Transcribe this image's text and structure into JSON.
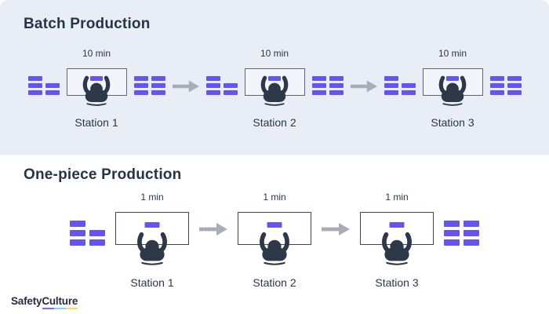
{
  "sections": {
    "batch": {
      "title": "Batch Production",
      "stations": [
        {
          "time": "10 min",
          "label": "Station 1"
        },
        {
          "time": "10 min",
          "label": "Station 2"
        },
        {
          "time": "10 min",
          "label": "Station 3"
        }
      ]
    },
    "one_piece": {
      "title": "One-piece Production",
      "stations": [
        {
          "time": "1 min",
          "label": "Station 1"
        },
        {
          "time": "1 min",
          "label": "Station 2"
        },
        {
          "time": "1 min",
          "label": "Station 3"
        }
      ]
    }
  },
  "logo": {
    "safety": "Safety",
    "culture": "Culture"
  },
  "icons": {
    "worker": "worker-top-view-icon",
    "flow_arrow": "flow-arrow-icon",
    "inventory_batch": "inventory-batch-icon",
    "workpiece": "workpiece-icon"
  },
  "colors": {
    "panel_background": "#e9edf6",
    "page_background": "#ffffff",
    "accent_purple": "#6455f2",
    "dark_navy": "#273347",
    "arrow_gray": "#a9aeb6",
    "logo_underline": [
      "#8066f0",
      "#7fd7f7",
      "#ffd95c"
    ]
  }
}
